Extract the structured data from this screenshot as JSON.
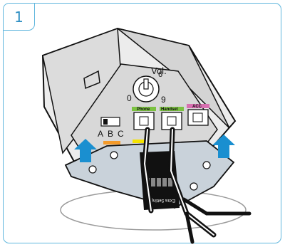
{
  "step": {
    "number": "1"
  },
  "device": {
    "volume_label": "Vol.",
    "dial_marks": {
      "min": "0",
      "mid": "6",
      "max": "9"
    },
    "switch_labels": {
      "a": "A",
      "b": "B",
      "c": "C"
    },
    "ports": [
      {
        "label": "Phone",
        "color": "#7cc242"
      },
      {
        "label": "Handset",
        "color": "#7cc242"
      },
      {
        "label": "ACC",
        "color": "#d86fb0"
      }
    ],
    "dip_title": "Extra Settings"
  },
  "colors": {
    "frame": "#5fb6dd",
    "step_number": "#2f8fc3",
    "arrows": "#1a8fd0",
    "base_plate": "#c9d2da",
    "accent_orange": "#f39a2a",
    "accent_yellow": "#f5e300"
  }
}
